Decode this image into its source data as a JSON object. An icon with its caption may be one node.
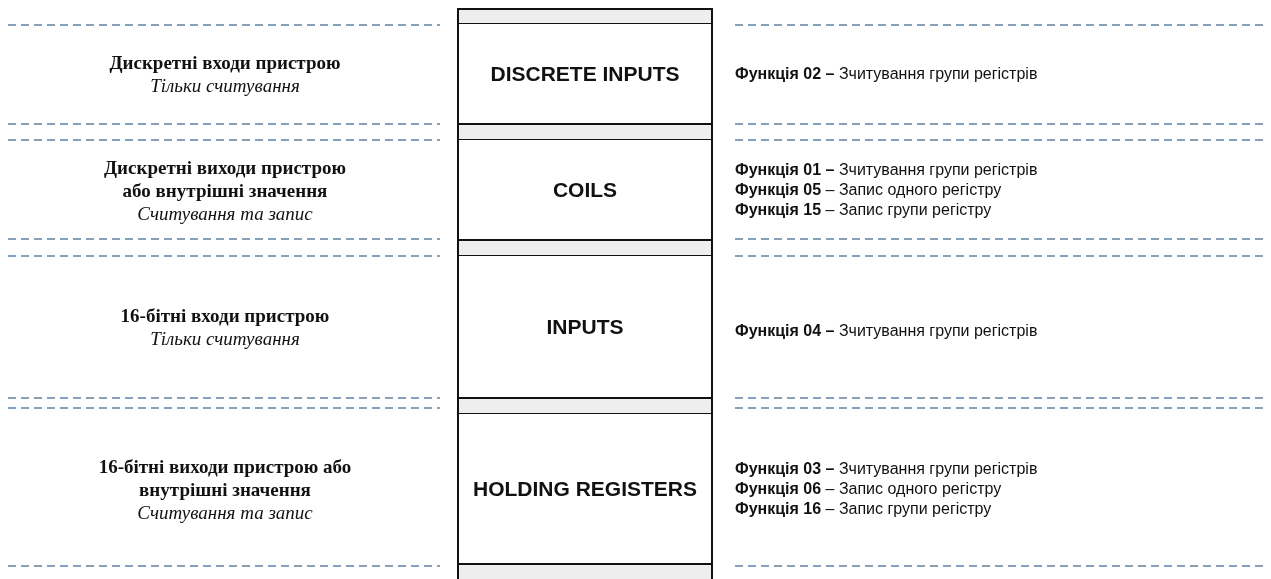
{
  "diagram": {
    "nodes": [
      {
        "text": [],
        "shape": "bar"
      },
      {
        "text": [
          "DISCRETE INPUTS"
        ],
        "beside": [
          "Дискретні входи пристрою",
          "Тільки считування",
          "**Функція 02 –** Зчитування групи регістрів"
        ]
      },
      {
        "text": [],
        "shape": "bar"
      },
      {
        "text": [
          "COILS"
        ],
        "beside": [
          "Дискретні виходи пристрою або внутрішні значення",
          "Считування та запис",
          "**Функція 01 –** Зчитування групи регістрів",
          "**Функція 05** – Запис одного регістру",
          "**Функція 15** – Запис групи регістру"
        ]
      },
      {
        "text": [],
        "shape": "bar"
      },
      {
        "text": [
          "INPUTS"
        ],
        "beside": [
          "16-бітні входи пристрою",
          "Тільки считування",
          "**Функція 04 –** Зчитування групи регістрів"
        ]
      },
      {
        "text": [],
        "shape": "bar"
      },
      {
        "text": [
          "HOLDING REGISTERS"
        ],
        "beside": [
          "16-бітні виходи пристрою або внутрішні значення",
          "Считування та запис",
          "**Функція 03 –** Зчитування групи регістрів",
          "**Функція 06** – Запис одного регістру",
          "**Функція 16** – Запис групи регістру"
        ]
      },
      {
        "text": [],
        "shape": "bar"
      }
    ]
  }
}
